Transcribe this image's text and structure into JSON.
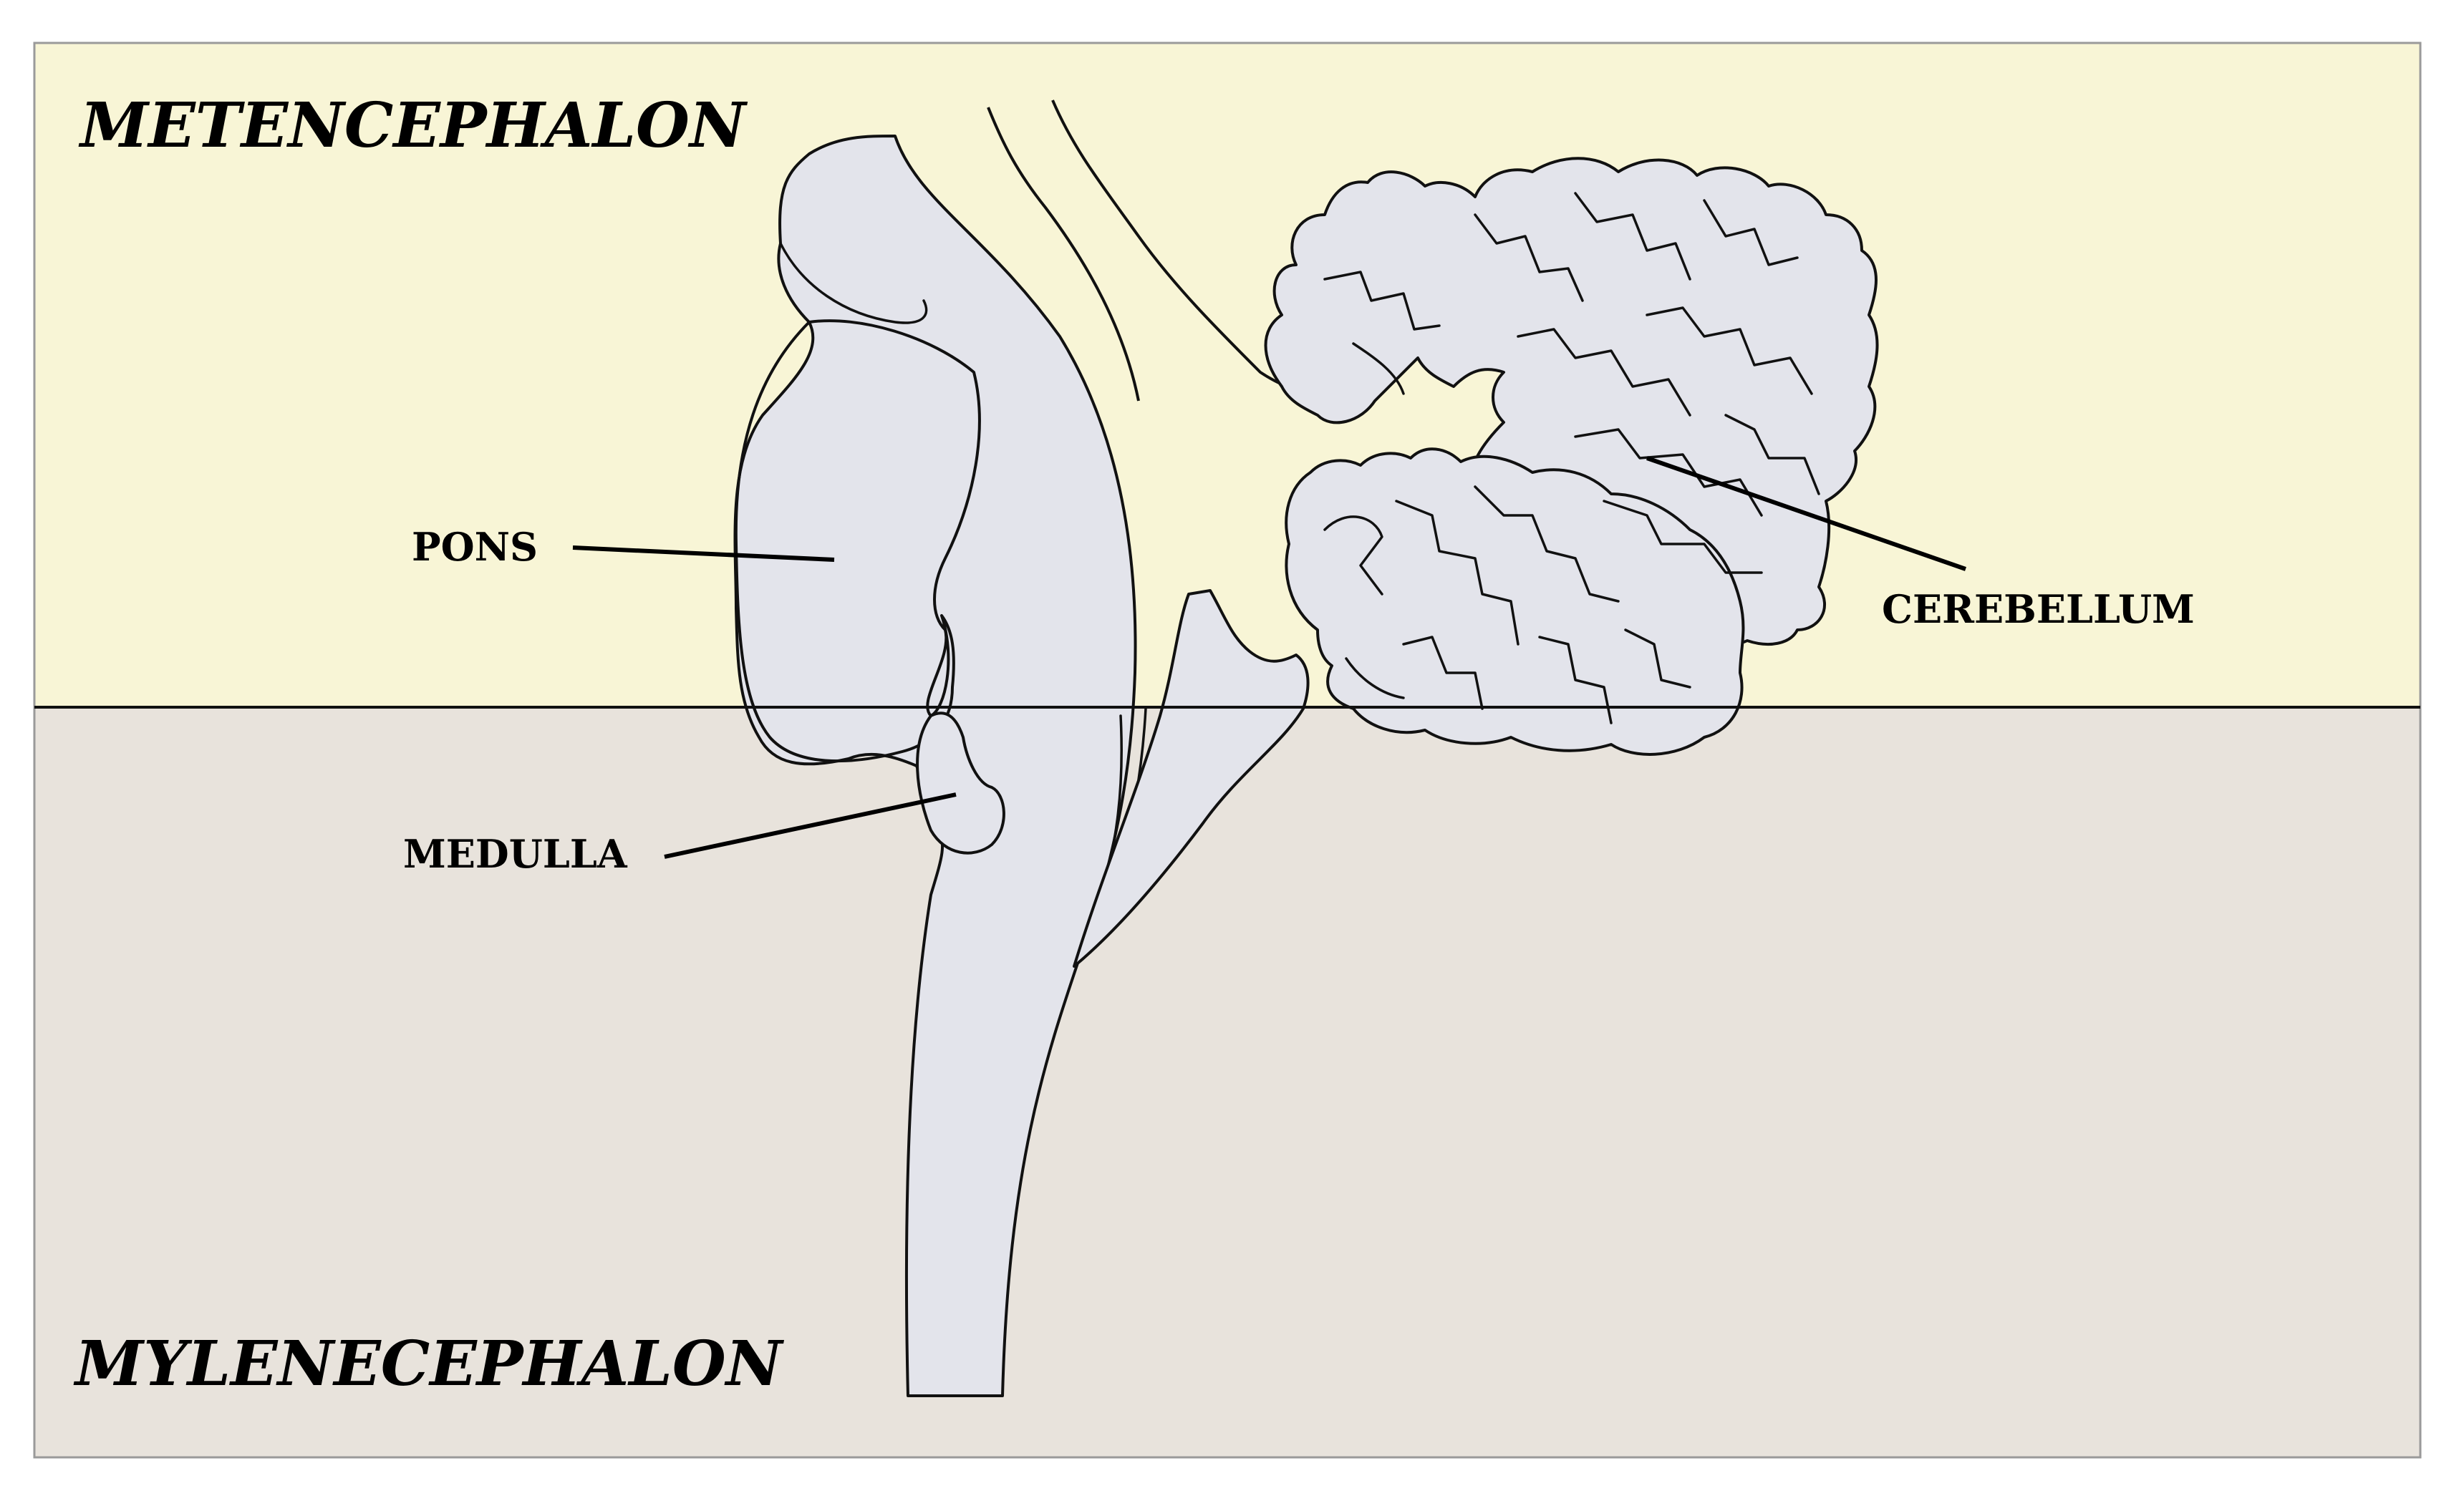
{
  "regions": {
    "upper": {
      "title": "METENCEPHALON",
      "color": "#f8f5d6"
    },
    "lower": {
      "title": "MYLENECEPHALON",
      "color": "#e8e3dc"
    }
  },
  "labels": {
    "pons": "PONS",
    "medulla": "MEDULLA",
    "cerebellum": "CEREBELLUM"
  },
  "colors": {
    "tissue": "#e3e4eb",
    "outline": "#111111",
    "frame": "#9a9a9a"
  }
}
